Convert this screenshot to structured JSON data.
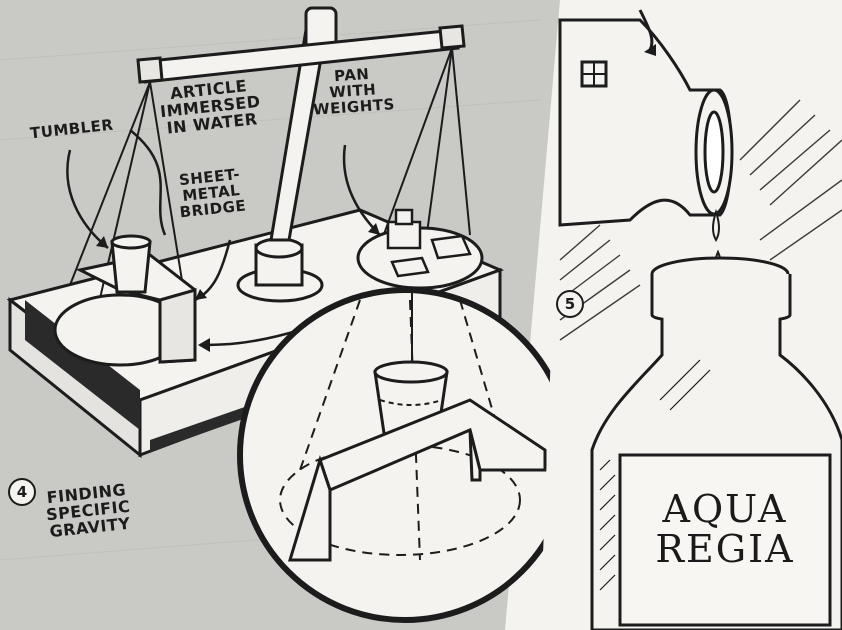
{
  "figure4": {
    "number": "4",
    "caption_lines": [
      "FINDING",
      "SPECIFIC",
      "GRAVITY"
    ],
    "labels": {
      "tumbler": "TUMBLER",
      "article_lines": [
        "ARTICLE",
        "IMMERSED",
        "IN WATER"
      ],
      "pan_lines": [
        "PAN",
        "WITH",
        "WEIGHTS"
      ],
      "bridge_lines": [
        "SHEET-",
        "METAL",
        "BRIDGE"
      ]
    }
  },
  "figure5": {
    "number": "5",
    "bottle_label_lines": [
      "AQUA",
      "REGIA"
    ]
  },
  "colors": {
    "ink": "#1c1c1c",
    "panel_gray": "#c9c9c6",
    "paper": "#f4f3ef"
  }
}
